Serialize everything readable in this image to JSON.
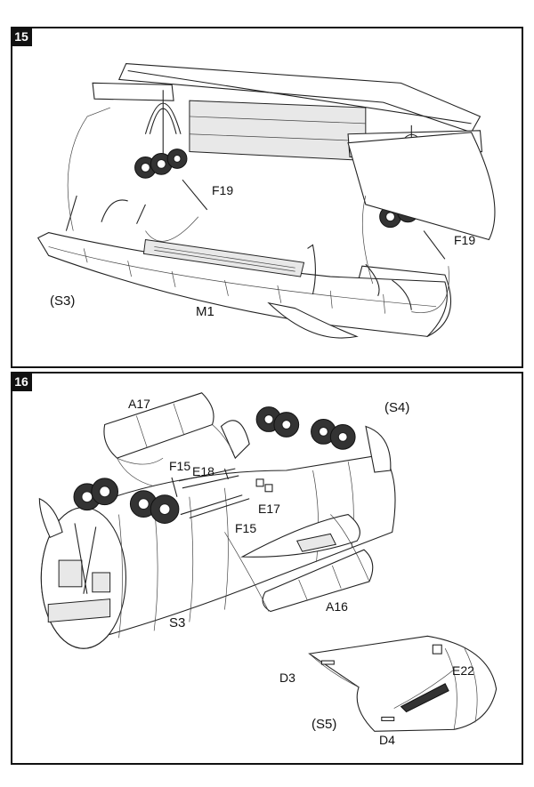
{
  "steps": [
    {
      "number": "15",
      "labels": {
        "f19_left": "F19",
        "f19_right": "F19",
        "m1": "M1",
        "s3": "(S3)"
      }
    },
    {
      "number": "16",
      "labels": {
        "a17": "A17",
        "s4": "(S4)",
        "f15_top": "F15",
        "e18": "E18",
        "e17": "E17",
        "f15_bottom": "F15",
        "a16": "A16",
        "s3": "S3",
        "d3": "D3",
        "e22": "E22",
        "s5": "(S5)",
        "d4": "D4"
      }
    }
  ]
}
